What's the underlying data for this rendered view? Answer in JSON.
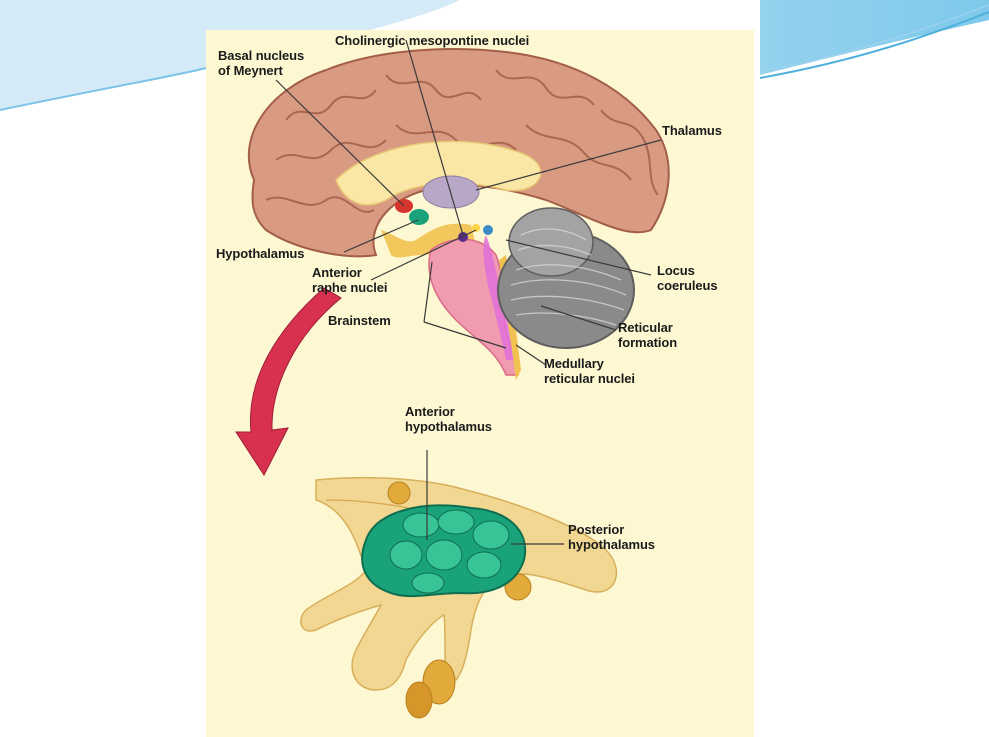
{
  "slide": {
    "background": "#ffffff",
    "title_fragment": "...y..."
  },
  "figure": {
    "background": "#fdf8d2",
    "colors": {
      "cortex": "#d99a82",
      "cortex_dark": "#a35e48",
      "corpus_callosum": "#fae7a6",
      "cerebellum": "#8a8a8a",
      "brainstem": "#f19bb0",
      "reticular": "#e070d8",
      "hypothalamus_green": "#1aa37a",
      "pathways": "#f1c250",
      "arrow": "#d8314f"
    },
    "labels": {
      "cholinergic": "Cholinergic mesopontine nuclei",
      "basal_nucleus": "Basal nucleus\nof Meynert",
      "thalamus": "Thalamus",
      "hypothalamus": "Hypothalamus",
      "anterior_raphe": "Anterior\nraphe nuclei",
      "locus_coeruleus": "Locus\ncoeruleus",
      "brainstem": "Brainstem",
      "reticular_formation": "Reticular\nformation",
      "medullary": "Medullary\nreticular nuclei",
      "anterior_hypothalamus": "Anterior\nhypothalamus",
      "posterior_hypothalamus": "Posterior\nhypothalamus"
    }
  }
}
